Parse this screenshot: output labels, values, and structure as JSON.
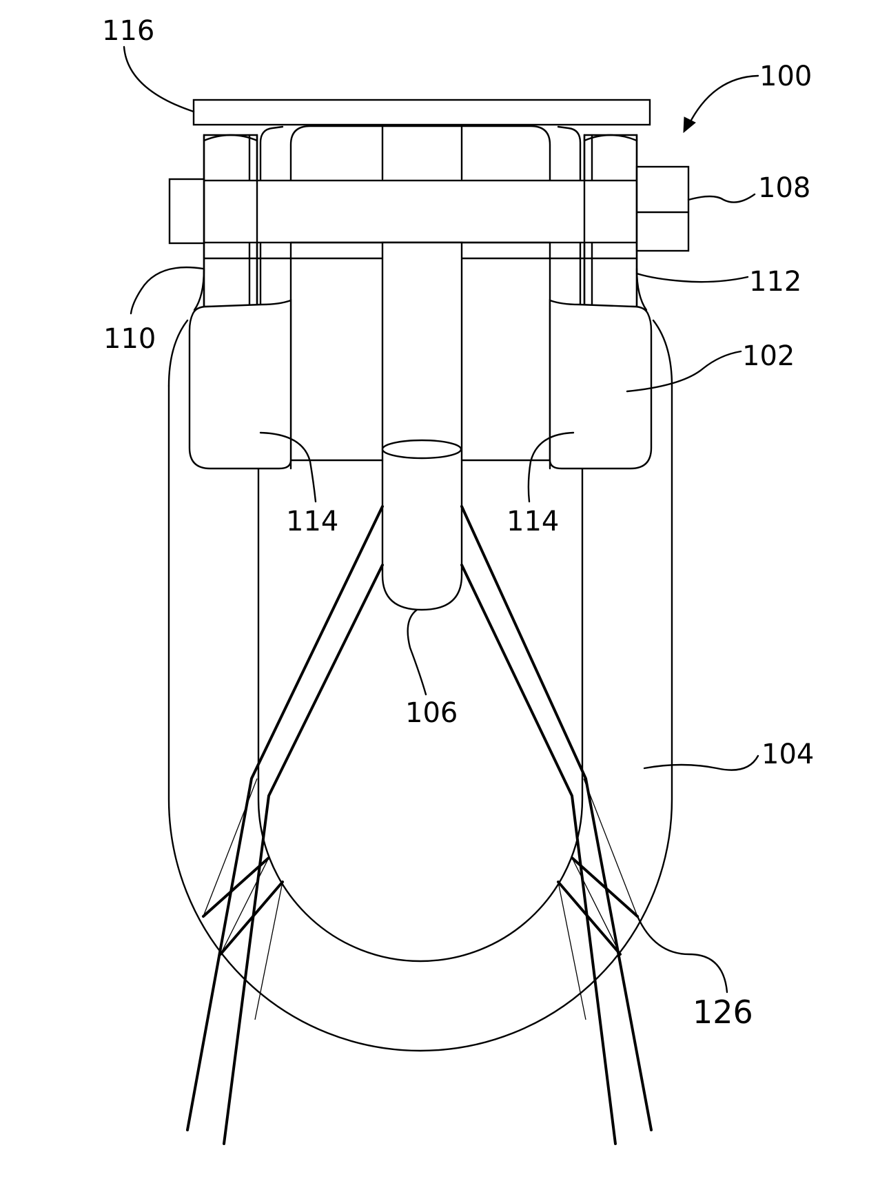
{
  "figure": {
    "labels": {
      "l100": "100",
      "l102": "102",
      "l104": "104",
      "l106": "106",
      "l108": "108",
      "l110": "110",
      "l112": "112",
      "l114_left": "114",
      "l114_right": "114",
      "l116": "116",
      "l126": "126"
    },
    "colors": {
      "line": "#000000",
      "background": "#ffffff"
    }
  }
}
